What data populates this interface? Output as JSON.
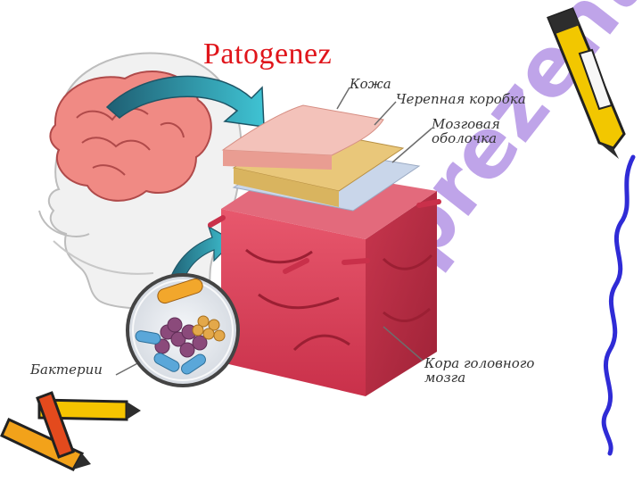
{
  "title": "Patogenez",
  "labels": {
    "skin": "Кожа",
    "skull": "Черепная коробка",
    "meninges_line1": "Мозговая",
    "meninges_line2": "оболочка",
    "cortex_line1": "Кора головного",
    "cortex_line2": "мозга",
    "bacteria": "Бактерии"
  },
  "watermark": "prezentacii",
  "colors": {
    "title": "#e0151b",
    "arrow": "#2aa6b8",
    "brain": "#f08a84",
    "cortex": "#d9445a",
    "meninges": "#c9d6ea",
    "skull": "#e9c77a",
    "skin": "#f3c2ba",
    "watermark": "#7b3fd6"
  }
}
